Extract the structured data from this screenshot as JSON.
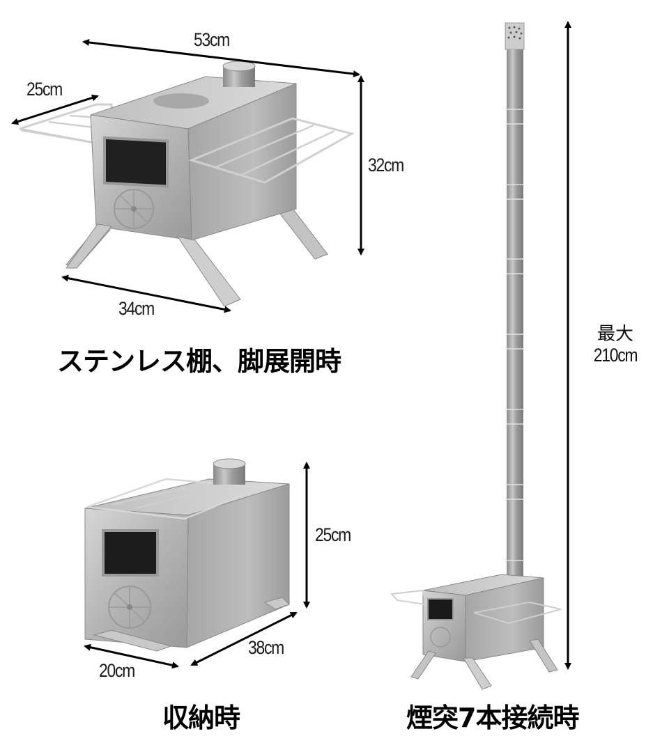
{
  "figures": {
    "expanded": {
      "caption": "ステンレス棚、脚展開時",
      "dimensions": {
        "width": "53cm",
        "shelf": "25cm",
        "height": "32cm",
        "depth": "34cm"
      }
    },
    "stored": {
      "caption": "収納時",
      "dimensions": {
        "height": "25cm",
        "length": "38cm",
        "width": "20cm"
      }
    },
    "chimney": {
      "caption": "煙突7本接続時",
      "dimensions": {
        "max_label": "最大",
        "height": "210cm"
      },
      "pipe_sections": 7
    }
  },
  "colors": {
    "background": "#ffffff",
    "text": "#000000",
    "steel_light": "#c9c9c9",
    "steel_mid": "#a8a8a8",
    "steel_dark": "#7e7e7e",
    "window": "#111111"
  }
}
